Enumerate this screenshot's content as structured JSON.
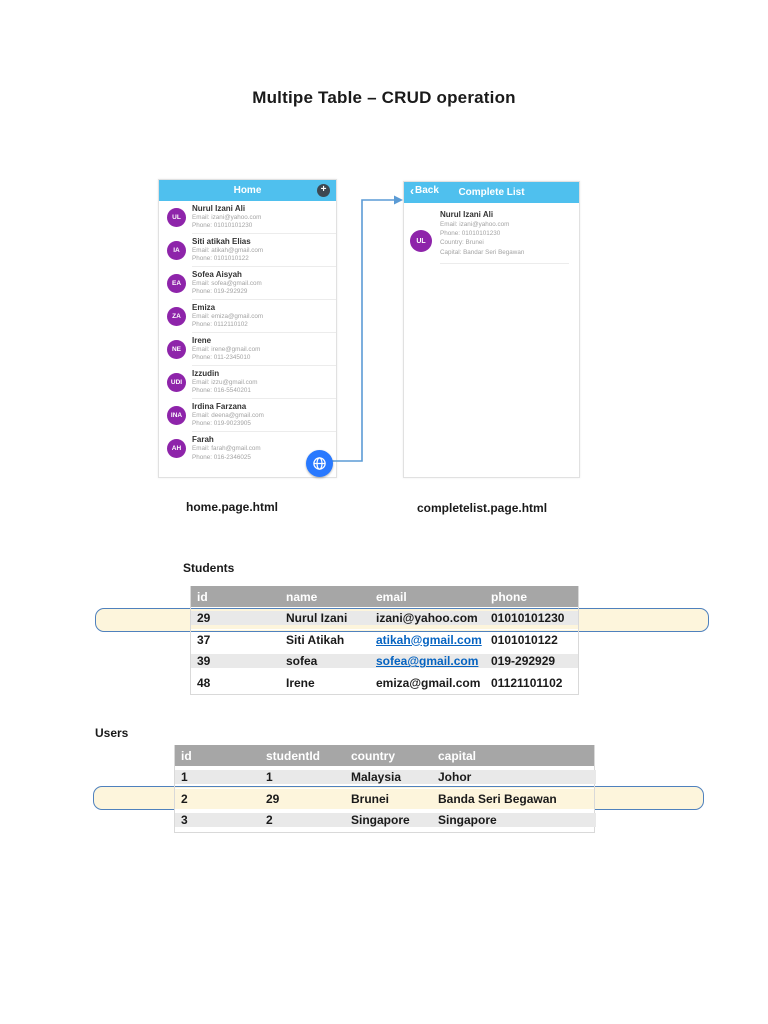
{
  "page": {
    "title": "Multipe Table – CRUD operation"
  },
  "home_mockup": {
    "file_label": "home.page.html",
    "header": {
      "title": "Home",
      "add_button": "+"
    },
    "contacts": [
      {
        "initials": "UL",
        "name": "Nurul Izani Ali",
        "email": "Email: izani@yahoo.com",
        "phone": "Phone: 01010101230"
      },
      {
        "initials": "IA",
        "name": "Siti atikah Elias",
        "email": "Email: atikah@gmail.com",
        "phone": "Phone: 0101010122"
      },
      {
        "initials": "EA",
        "name": "Sofea Aisyah",
        "email": "Email: sofea@gmail.com",
        "phone": "Phone: 019-292929"
      },
      {
        "initials": "ZA",
        "name": "Emiza",
        "email": "Email: emiza@gmail.com",
        "phone": "Phone: 0112110102"
      },
      {
        "initials": "NE",
        "name": "Irene",
        "email": "Email: irene@gmail.com",
        "phone": "Phone: 011-2345010"
      },
      {
        "initials": "UDI",
        "name": "Izzudin",
        "email": "Email: izzu@gmail.com",
        "phone": "Phone: 016-5540201"
      },
      {
        "initials": "INA",
        "name": "Irdina Farzana",
        "email": "Email: deena@gmail.com",
        "phone": "Phone: 019-9023905"
      },
      {
        "initials": "AH",
        "name": "Farah",
        "email": "Email: farah@gmail.com",
        "phone": "Phone: 016-2346025"
      }
    ]
  },
  "complete_mockup": {
    "file_label": "completelist.page.html",
    "header": {
      "back_label": "Back",
      "title": "Complete List"
    },
    "detail": {
      "initials": "UL",
      "name": "Nurul Izani Ali",
      "email": "Email: izani@yahoo.com",
      "phone": "Phone: 01010101230",
      "country": "Country: Brunei",
      "capital": "Capital: Bandar Seri Begawan"
    }
  },
  "students_table": {
    "label": "Students",
    "columns": {
      "id": "id",
      "name": "name",
      "email": "email",
      "phone": "phone"
    },
    "rows": [
      {
        "id": "29",
        "name": "Nurul Izani",
        "email": "izani@yahoo.com",
        "phone": "01010101230"
      },
      {
        "id": "37",
        "name": "Siti Atikah",
        "email": "atikah@gmail.com",
        "phone": "0101010122"
      },
      {
        "id": "39",
        "name": "sofea",
        "email": "sofea@gmail.com",
        "phone": "019-292929"
      },
      {
        "id": "48",
        "name": "Irene",
        "email": "emiza@gmail.com",
        "phone": "01121101102"
      }
    ]
  },
  "users_table": {
    "label": "Users",
    "columns": {
      "id": "id",
      "studentId": "studentId",
      "country": "country",
      "capital": "capital"
    },
    "rows": [
      {
        "id": "1",
        "studentId": "1",
        "country": "Malaysia",
        "capital": "Johor"
      },
      {
        "id": "2",
        "studentId": "29",
        "country": "Brunei",
        "capital": "Banda Seri Begawan"
      },
      {
        "id": "3",
        "studentId": "2",
        "country": "Singapore",
        "capital": "Singapore"
      }
    ]
  },
  "colors": {
    "header_blue": "#4fc0ee",
    "avatar_purple": "#8e24aa",
    "fab_blue": "#2979ff",
    "table_header_gray": "#a6a6a6",
    "row_gray": "#e9e9e9",
    "highlight_fill": "#fdf5dc",
    "highlight_border": "#4f81bd",
    "link_blue": "#0563c1",
    "connector_blue": "#5b9bd5"
  }
}
